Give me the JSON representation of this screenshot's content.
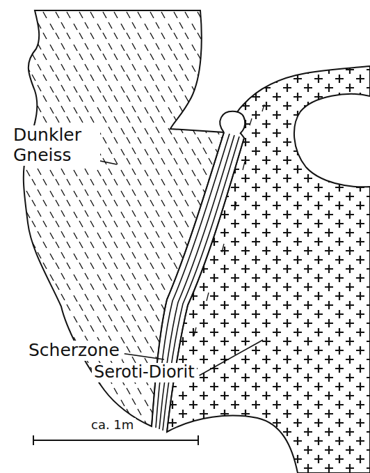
{
  "diagram": {
    "labels": [
      "Dunkler Gneiss",
      "Scherzone",
      "Seroti-Diorit",
      "ca. 1m"
    ]
  }
}
